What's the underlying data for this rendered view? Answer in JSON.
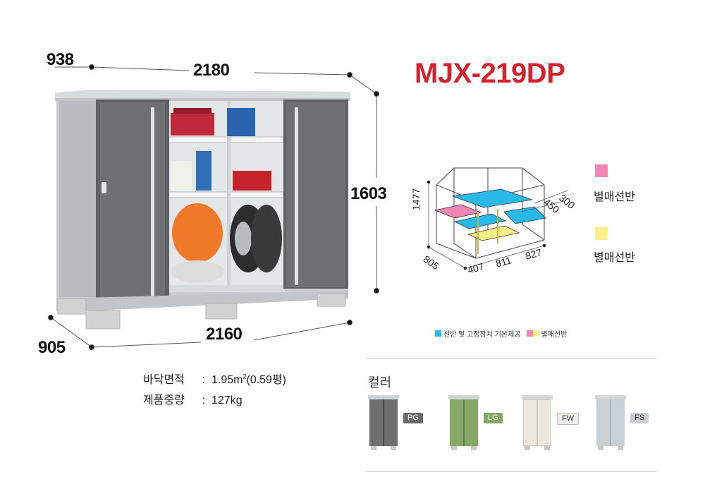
{
  "product": {
    "model": "MJX-219DP",
    "accent_color": "#d3232f"
  },
  "dimensions": {
    "top_depth": "938",
    "top_width": "2180",
    "height": "1603",
    "base_depth": "905",
    "base_width": "2160"
  },
  "specs": [
    {
      "label": "바닥면적",
      "sep": ":",
      "value_main": "1.95m",
      "value_sup": "2",
      "value_tail": "(0.59평)"
    },
    {
      "label": "제품중량",
      "sep": ":",
      "value_main": "127kg",
      "value_sup": "",
      "value_tail": ""
    }
  ],
  "interior": {
    "height": "1477",
    "depth": "805",
    "widths": [
      "407",
      "811",
      "827"
    ],
    "shelf_depths": [
      "450",
      "300"
    ]
  },
  "optional_shelves": [
    {
      "label": "별매선반",
      "color": "#ef86b4"
    },
    {
      "label": "별매선반",
      "color": "#fbef8c"
    }
  ],
  "legend": [
    {
      "label": "선반 및 고정장치 기본제공",
      "colors": [
        "#29b9e8"
      ]
    },
    {
      "label": "별매선반",
      "colors": [
        "#ef86b4",
        "#fbef8c"
      ]
    }
  ],
  "colors_section": {
    "title": "컬러",
    "options": [
      {
        "code": "PG",
        "body": "#6f6f70",
        "tag_bg": "#6b6b6b",
        "tag_fg": "#ffffff"
      },
      {
        "code": "LG",
        "body": "#86a765",
        "tag_bg": "#85a764",
        "tag_fg": "#ffffff"
      },
      {
        "code": "FW",
        "body": "#ece7dc",
        "tag_bg": "#eeeeea",
        "tag_fg": "#333333"
      },
      {
        "code": "FS",
        "body": "#c9d0d6",
        "tag_bg": "#c8ced4",
        "tag_fg": "#333333"
      }
    ]
  }
}
